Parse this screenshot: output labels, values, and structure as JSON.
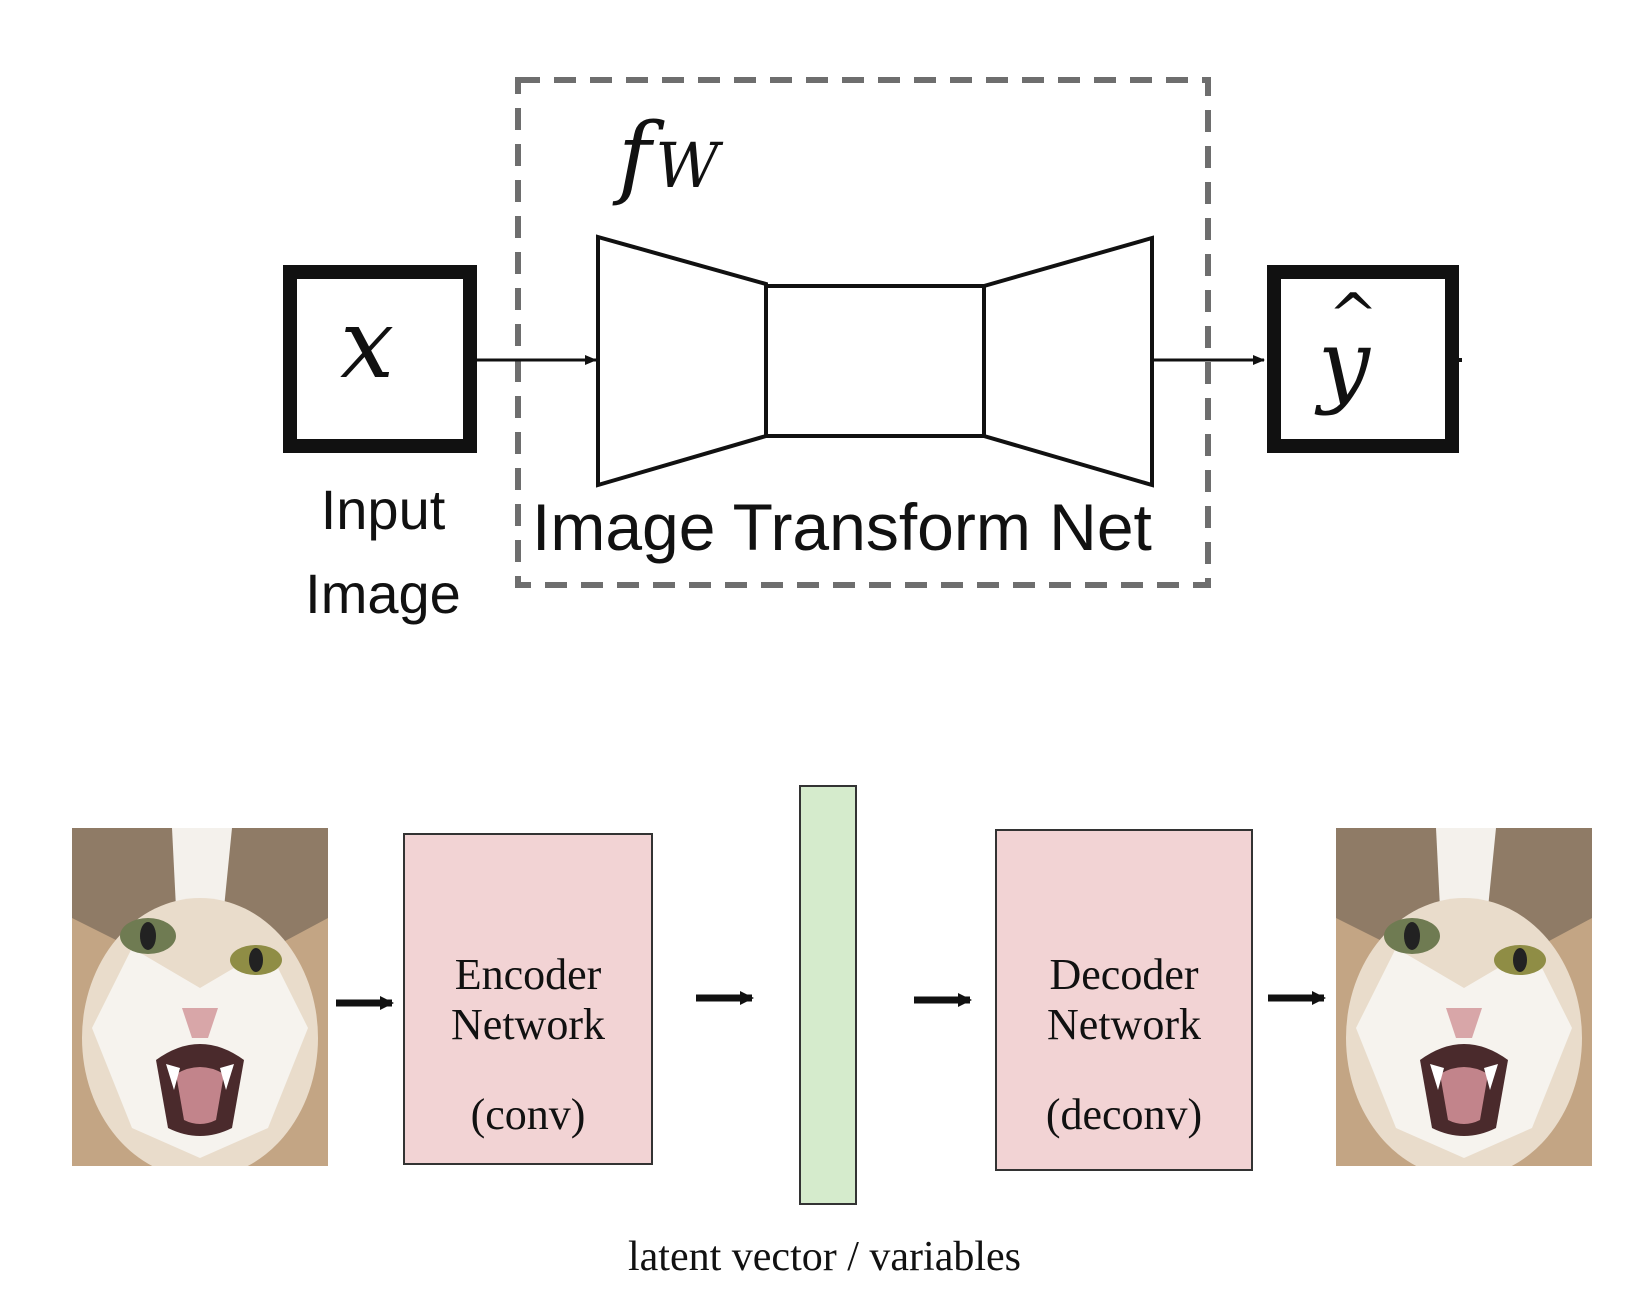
{
  "top_diagram": {
    "function_label": "fW",
    "input_symbol": "x",
    "output_symbol": "y",
    "output_hat": "^",
    "input_label": "Input Image",
    "transform_label": "Image Transform Net"
  },
  "bottom_diagram": {
    "encoder": {
      "title": "Encoder Network",
      "sub": "(conv)",
      "fill": "#f2d3d4"
    },
    "decoder": {
      "title": "Decoder Network",
      "sub": "(deconv)",
      "fill": "#f2d3d4"
    },
    "latent": {
      "label": "latent vector / variables",
      "fill": "#d5ebcc"
    }
  },
  "colors": {
    "stroke": "#111111",
    "dashed_border": "#6e6e6e"
  }
}
